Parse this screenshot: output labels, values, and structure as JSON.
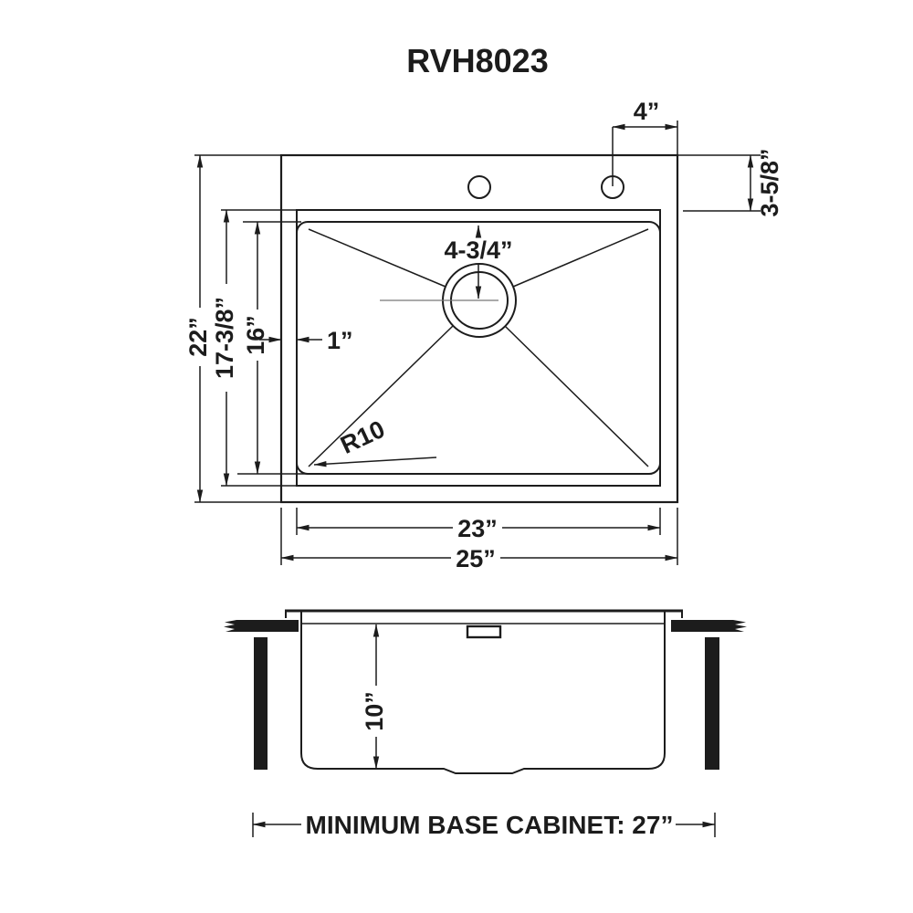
{
  "title": "RVH8023",
  "colors": {
    "line": "#1c1c1c",
    "background": "#ffffff"
  },
  "top_view": {
    "labels": {
      "hole_spacing": "4”",
      "hole_setback": "3-5/8”",
      "overall_front_to_back": "22”",
      "cutout_front_to_back": "17-3/8”",
      "bowl_front_to_back": "16”",
      "rim_to_bowl": "1”",
      "drain_from_back": "4-3/4”",
      "corner_radius": "R10",
      "bowl_left_to_right": "23”",
      "overall_left_to_right": "25”"
    }
  },
  "side_view": {
    "labels": {
      "bowl_depth": "10”"
    }
  },
  "footer": {
    "note": "MINIMUM BASE CABINET: 27”"
  }
}
